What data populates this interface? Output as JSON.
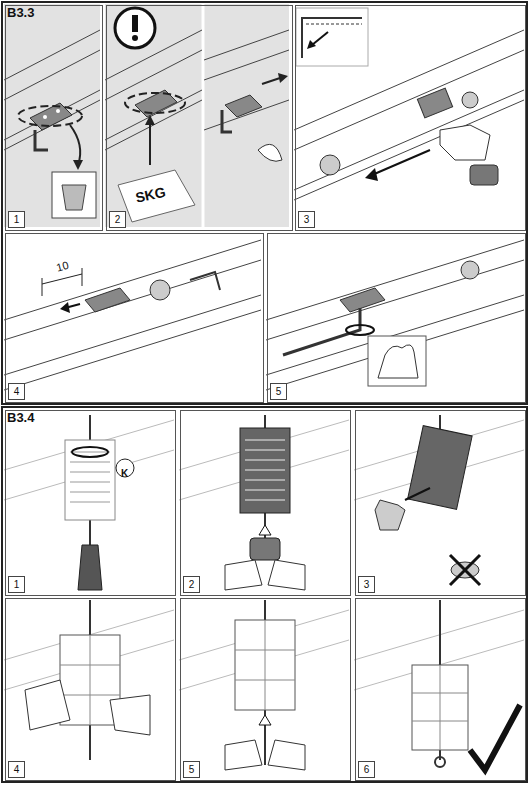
{
  "diagram": {
    "nodes": [
      {
        "text": [
          "B3.3"
        ]
      },
      {
        "text": [
          "1"
        ],
        "in": 0
      },
      {
        "text": [
          "2"
        ],
        "in": 0
      },
      {
        "text": [
          "3"
        ],
        "in": 0
      },
      {
        "text": [
          "4"
        ],
        "in": 0
      },
      {
        "text": [
          "5"
        ],
        "in": 0
      },
      {
        "text": [
          "B3.4"
        ]
      },
      {
        "text": [
          "1"
        ],
        "in": 6
      },
      {
        "text": [
          "2"
        ],
        "in": 6
      },
      {
        "text": [
          "3"
        ],
        "in": 6
      },
      {
        "text": [
          "4"
        ],
        "in": 6
      },
      {
        "text": [
          "5"
        ],
        "in": 6
      },
      {
        "text": [
          "6"
        ],
        "in": 6
      }
    ],
    "labels": [
      "SKG",
      "10",
      "K"
    ]
  }
}
